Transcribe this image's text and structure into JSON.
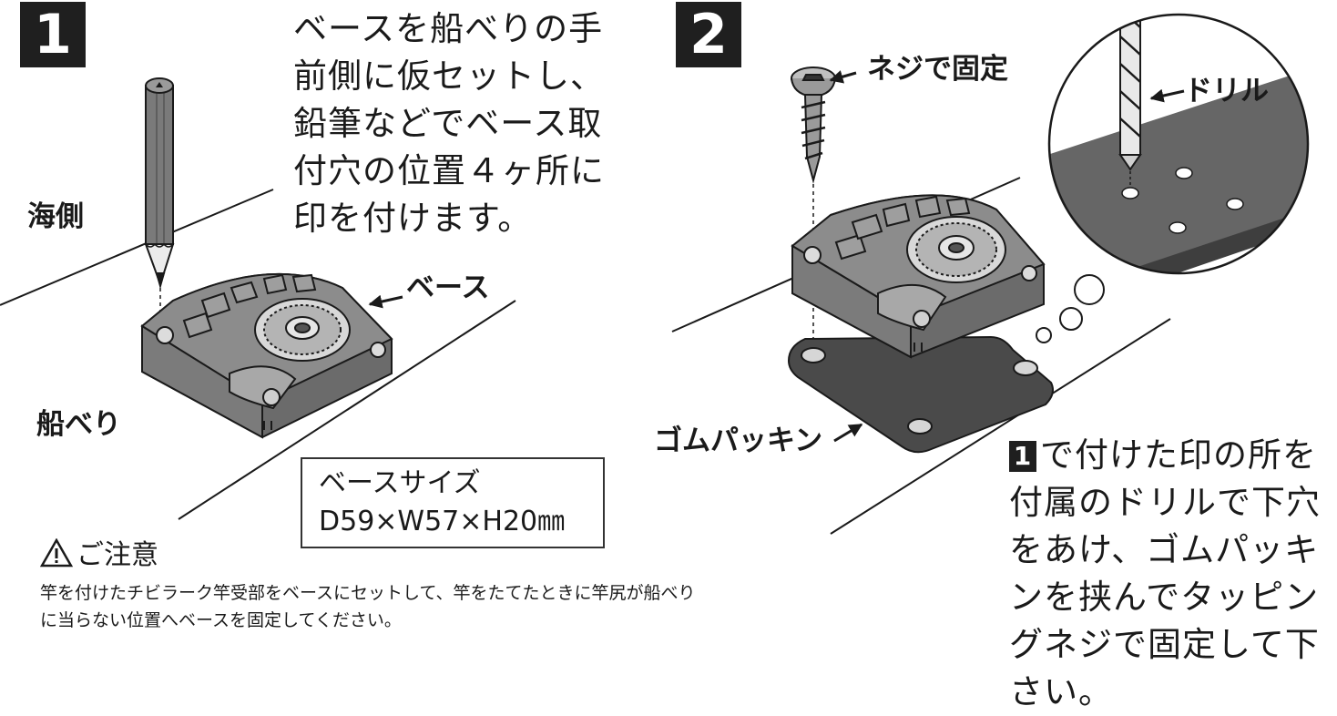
{
  "step1": {
    "number": "1",
    "instruction": "ベースを船べりの手前側に仮セットし、鉛筆などでベース取付穴の位置４ヶ所に印を付けます。",
    "labels": {
      "sea_side": "海側",
      "gunwale": "船べり",
      "base": "ベース"
    },
    "size_box": {
      "title": "ベースサイズ",
      "dims": "D59×W57×H20㎜"
    }
  },
  "step2": {
    "number": "2",
    "labels": {
      "screw": "ネジで固定",
      "drill": "ドリル",
      "gasket": "ゴムパッキン"
    },
    "instruction_ref": "1",
    "instruction": "で付けた印の所を付属のドリルで下穴をあけ、ゴムパッキンを挟んでタッピングネジで固定して下さい。"
  },
  "caution": {
    "title": "ご注意",
    "text": "竿を付けたチビラーク竿受部をベースにセットして、竿をたてたときに竿尻が船べりに当らない位置へベースを固定してください。"
  },
  "colors": {
    "badge": "#1f1f1f",
    "plank": "#6b6b6b",
    "base_body": "#8a8a8a",
    "gasket": "#4a4a4a",
    "line": "#1a1a1a"
  }
}
